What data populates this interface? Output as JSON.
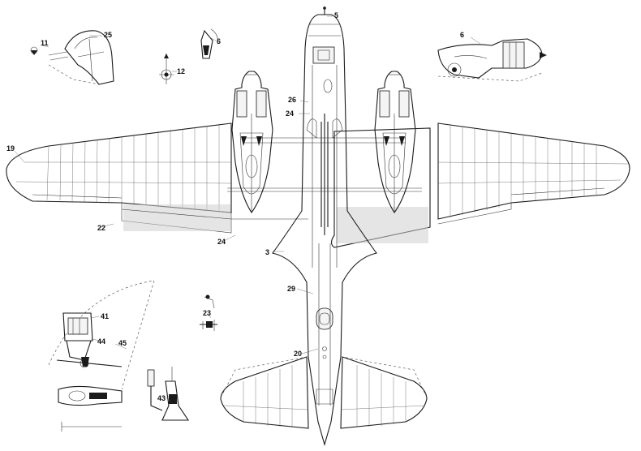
{
  "labels": {
    "c5": "5",
    "c25": "25",
    "c11": "11",
    "c6a": "6",
    "c6b": "6",
    "c12": "12",
    "c26": "26",
    "c24a": "24",
    "c19": "19",
    "c22": "22",
    "c24b": "24",
    "c3": "3",
    "c29": "29",
    "c23": "23",
    "c41": "41",
    "c44": "44",
    "c45": "45",
    "c20": "20",
    "c43": "43"
  }
}
